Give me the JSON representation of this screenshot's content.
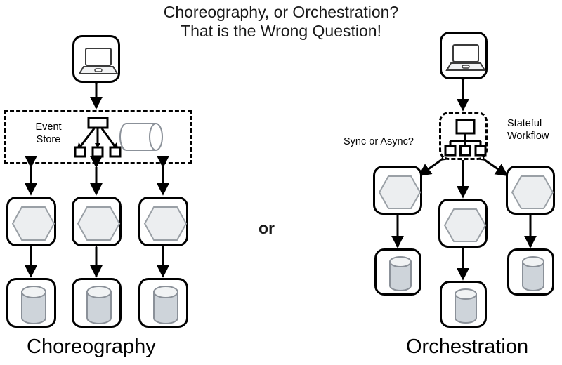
{
  "title": "Choreography, or Orchestration?\nThat is the Wrong Question!",
  "divider": {
    "label": "or"
  },
  "left": {
    "caption": "Choreography",
    "client": {
      "name": "laptop-client",
      "icon": "laptop-icon"
    },
    "event_store": {
      "label": "Event\nStore",
      "icons": [
        "broadcast-fanout-icon",
        "horizontal-cylinder-icon"
      ]
    },
    "services": [
      {
        "icon": "hexagon-service-icon"
      },
      {
        "icon": "hexagon-service-icon"
      },
      {
        "icon": "hexagon-service-icon"
      }
    ],
    "databases": [
      {
        "icon": "database-cylinder-icon"
      },
      {
        "icon": "database-cylinder-icon"
      },
      {
        "icon": "database-cylinder-icon"
      }
    ]
  },
  "right": {
    "caption": "Orchestration",
    "client": {
      "name": "laptop-client",
      "icon": "laptop-icon"
    },
    "orchestrator": {
      "icon": "org-chart-icon"
    },
    "annotations": {
      "left_label": "Sync or Async?",
      "right_label": "Stateful\nWorkflow"
    },
    "services": [
      {
        "icon": "hexagon-service-icon"
      },
      {
        "icon": "hexagon-service-icon"
      },
      {
        "icon": "hexagon-service-icon"
      }
    ],
    "databases": [
      {
        "icon": "database-cylinder-icon"
      },
      {
        "icon": "database-cylinder-icon"
      },
      {
        "icon": "database-cylinder-icon"
      }
    ]
  },
  "colors": {
    "stroke": "#000000",
    "hexagon_fill": "#eceef0",
    "hexagon_stroke": "#9aa0a6",
    "cylinder_fill": "#ced4da",
    "cylinder_stroke": "#8b9199",
    "background": "#ffffff"
  }
}
